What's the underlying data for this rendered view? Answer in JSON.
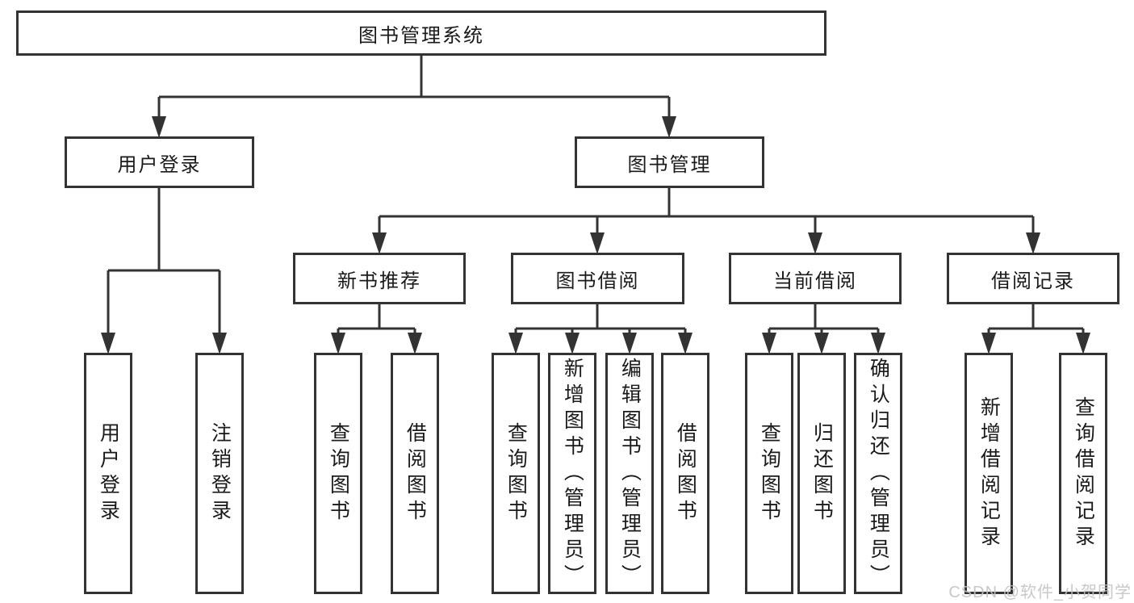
{
  "diagram_title": "图书管理系统",
  "root": {
    "label": "图书管理系统"
  },
  "level2": [
    {
      "label": "用户登录",
      "parent": "图书管理系统"
    },
    {
      "label": "图书管理",
      "parent": "图书管理系统"
    }
  ],
  "level3": [
    {
      "label": "新书推荐",
      "parent": "图书管理"
    },
    {
      "label": "图书借阅",
      "parent": "图书管理"
    },
    {
      "label": "当前借阅",
      "parent": "图书管理"
    },
    {
      "label": "借阅记录",
      "parent": "图书管理"
    }
  ],
  "leaves": [
    {
      "label": "用户登录",
      "parent": "用户登录"
    },
    {
      "label": "注销登录",
      "parent": "用户登录"
    },
    {
      "label": "查询图书",
      "parent": "新书推荐"
    },
    {
      "label": "借阅图书",
      "parent": "新书推荐"
    },
    {
      "label": "查询图书",
      "parent": "图书借阅"
    },
    {
      "label": "新增图书（管理员）",
      "parent": "图书借阅"
    },
    {
      "label": "编辑图书（管理员）",
      "parent": "图书借阅"
    },
    {
      "label": "借阅图书",
      "parent": "图书借阅"
    },
    {
      "label": "查询图书",
      "parent": "当前借阅"
    },
    {
      "label": "归还图书",
      "parent": "当前借阅"
    },
    {
      "label": "确认归还（管理员）",
      "parent": "当前借阅"
    },
    {
      "label": "新增借阅记录",
      "parent": "借阅记录"
    },
    {
      "label": "查询借阅记录",
      "parent": "借阅记录"
    }
  ],
  "watermark": "CSDN @软件_小贺同学",
  "colors": {
    "line": "#333333",
    "box_border": "#333333",
    "box_fill": "#ffffff",
    "text": "#1a1a1a",
    "watermark": "#c3c3c3",
    "background": "#ffffff"
  }
}
